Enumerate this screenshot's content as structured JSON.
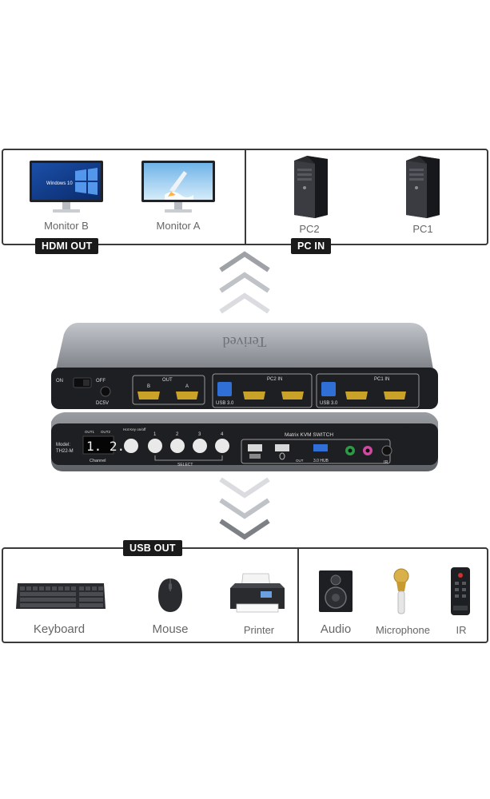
{
  "top_panel": {
    "tag_hdmi": "HDMI OUT",
    "tag_pc": "PC IN",
    "monitor_b": "Monitor B",
    "monitor_a": "Monitor A",
    "monitor_b_screen": "Windows 10",
    "pc2": "PC2",
    "pc1": "PC1"
  },
  "device": {
    "brand": "Terived",
    "on": "ON",
    "off": "OFF",
    "dc": "DC5V",
    "out_label": "OUT",
    "pc2_in": "PC2 IN",
    "pc1_in": "PC1 IN",
    "usb30_a": "USB 3.0",
    "usb30_b": "USB 3.0",
    "port_b": "B",
    "port_a": "A",
    "model_label": "Model:",
    "model": "TH22-M",
    "out1": "OUT1",
    "out2": "OUT2",
    "display": "1. 2.",
    "channel": "Channel",
    "hotkey": "Hot Key on/off",
    "btn1": "1",
    "btn2": "2",
    "btn3": "3",
    "btn4": "4",
    "select": "SELECT",
    "matrix": "Matrix KVM SWITCH",
    "usb_out": "OUT",
    "hub": "3.0 HUB",
    "ir": "IR"
  },
  "bottom_panel": {
    "tag_usb": "USB OUT",
    "keyboard": "Keyboard",
    "mouse": "Mouse",
    "printer": "Printer",
    "audio": "Audio",
    "microphone": "Microphone",
    "ir": "IR"
  },
  "colors": {
    "panel_border": "#3a3a3a",
    "tag_bg": "#1a1a1a",
    "device_silver": "#8f9297",
    "device_front": "#1e1f22",
    "usb_blue": "#2f6fd6",
    "hdmi_gold": "#c9a227",
    "audio_green": "#2e9a45",
    "mic_pink": "#d04aa0"
  }
}
